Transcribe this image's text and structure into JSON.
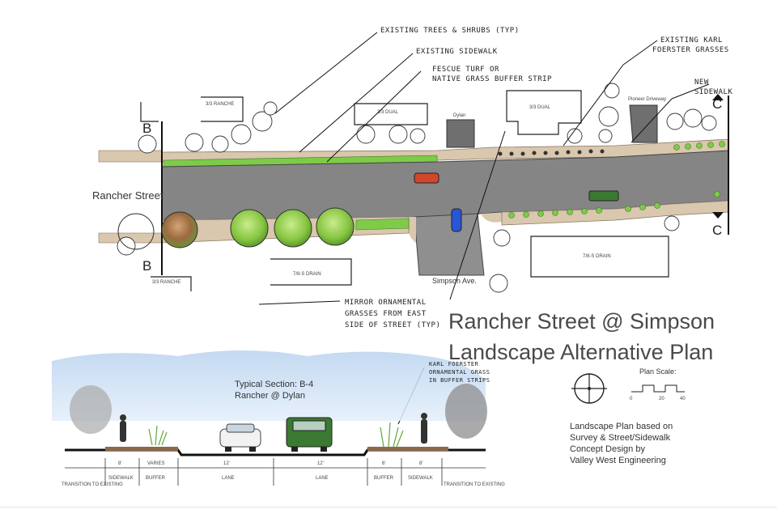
{
  "callouts": {
    "existing_trees": "EXISTING TREES & SHRUBS (TYP)",
    "existing_sidewalk": "EXISTING SIDEWALK",
    "fescue_1": "FESCUE TURF OR",
    "fescue_2": "NATIVE GRASS BUFFER STRIP",
    "karl_1": "EXISTING KARL",
    "karl_2": "FOERSTER GRASSES",
    "new_sidewalk_1": "NEW",
    "new_sidewalk_2": "SIDEWALK",
    "mirror_1": "MIRROR ORNAMENTAL",
    "mirror_2": "GRASSES FROM EAST",
    "mirror_3": "SIDE OF STREET (TYP)",
    "section_karl_1": "KARL FOERSTER",
    "section_karl_2": "ORNAMENTAL GRASS",
    "section_karl_3": "IN BUFFER STRIPS"
  },
  "plan": {
    "street_label": "Rancher Street",
    "cross_street_label": "Simpson Ave.",
    "section_b": "B",
    "section_c": "C",
    "lot_labels": {
      "lot1": "3/3 RANCHE",
      "lot2": "3/3 DUAL",
      "lot3": "3/3 DUAL",
      "lot4": "7/8-S DRAIN",
      "lot5": "3/3 RANCHE",
      "lot6": "7/8-S DRAIN",
      "dylan": "Dylan",
      "pioneer": "Pioneer Driveway"
    }
  },
  "title": {
    "line1": "Rancher Street @ Simpson",
    "line2": "Landscape Alternative Plan"
  },
  "plan_scale": {
    "label": "Plan Scale:",
    "ticks": [
      "0",
      "20",
      "40"
    ]
  },
  "credit": {
    "line1": "Landscape Plan based on",
    "line2": "Survey & Street/Sidewalk",
    "line3": "Concept Design by",
    "line4": "Valley West Engineering"
  },
  "section": {
    "title_1": "Typical Section: B-4",
    "title_2": "Rancher @ Dylan",
    "dims": [
      {
        "value": "8'",
        "label": "SIDEWALK"
      },
      {
        "value": "VARIES",
        "label": "BUFFER"
      },
      {
        "value": "12'",
        "label": "LANE"
      },
      {
        "value": "12'",
        "label": "LANE"
      },
      {
        "value": "6'",
        "label": "BUFFER"
      },
      {
        "value": "8'",
        "label": "SIDEWALK"
      }
    ],
    "edge_left": "TRANSITION TO EXISTING",
    "edge_right": "TRANSITION TO EXISTING"
  },
  "colors": {
    "asphalt": "#858585",
    "turf": "#7ecb4a",
    "sidewalk": "#d9c7ae",
    "tree_canopy": "#86c540",
    "red_car": "#d2462b",
    "blue_car": "#2a55d6",
    "green_truck": "#3a7a33"
  }
}
